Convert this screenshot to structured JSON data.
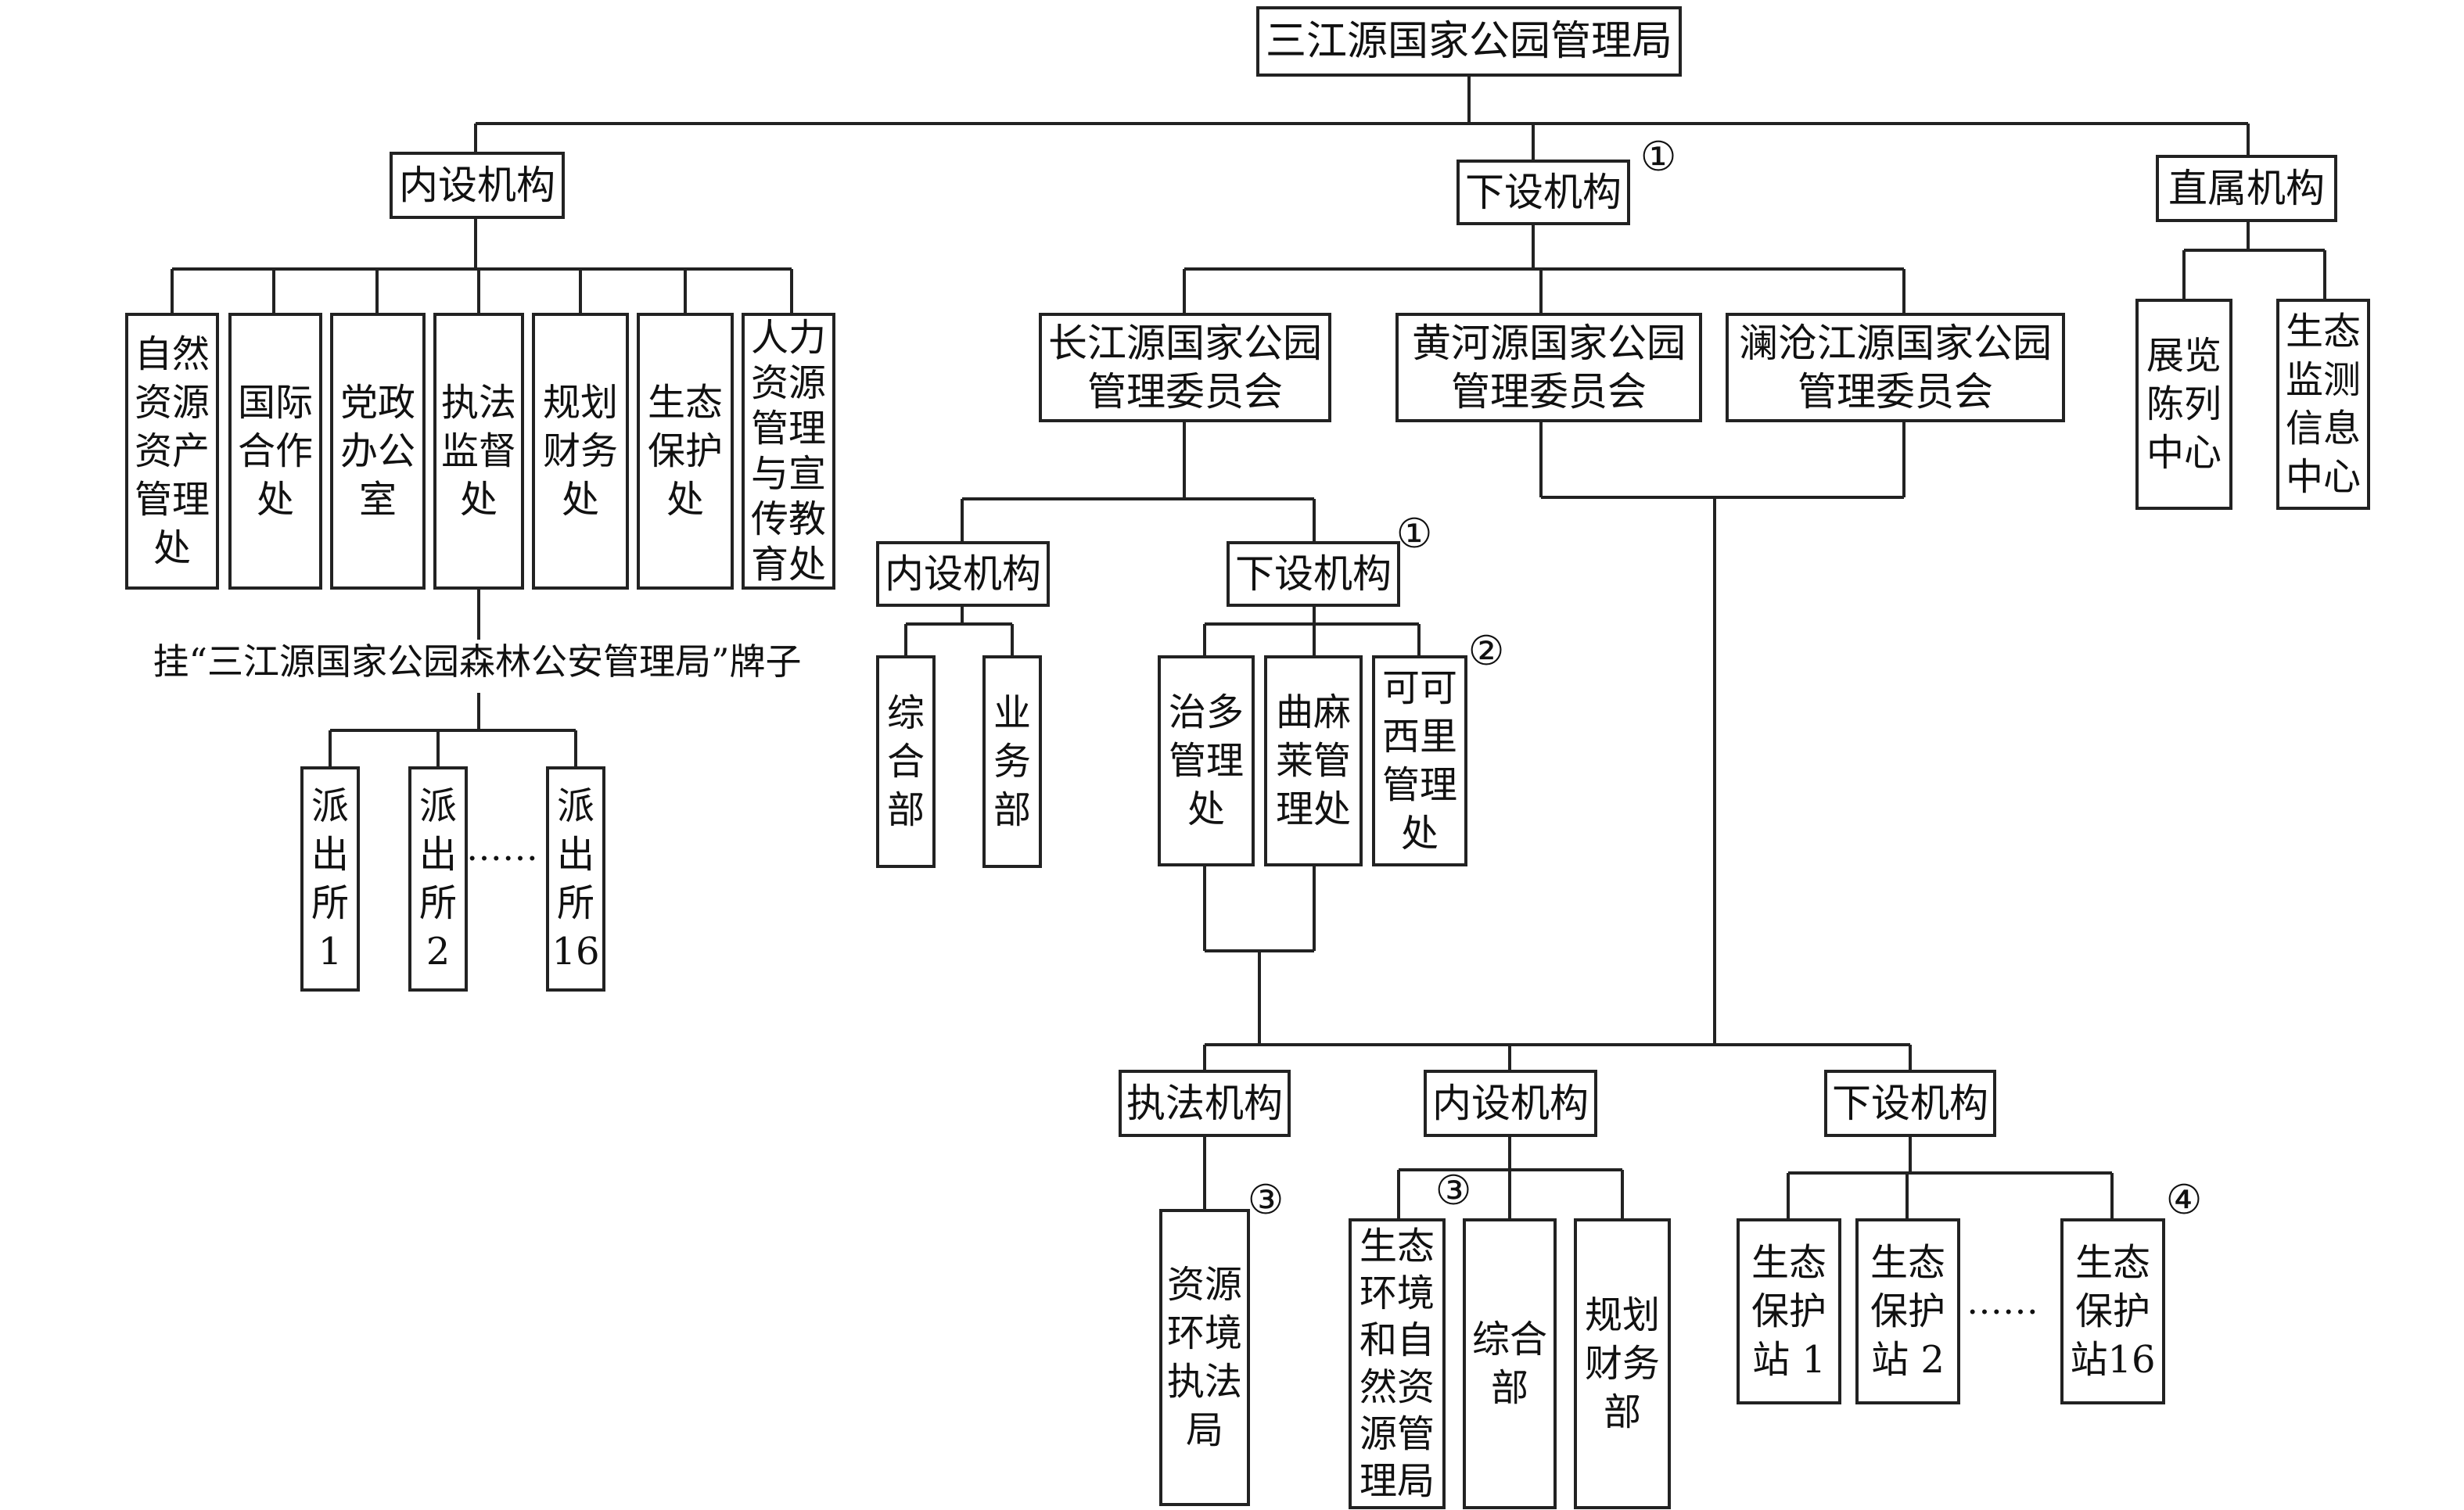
{
  "nodes": {
    "root": "三江源国家公园管理局",
    "l_nei": "内设机构",
    "l_xia": "下设机构",
    "l_zhi": "直属机构",
    "n_d1": [
      "自然",
      "资源",
      "资产",
      "管理",
      "处"
    ],
    "n_d2": [
      "国际",
      "合作",
      "处"
    ],
    "n_d3": [
      "党政",
      "办公",
      "室"
    ],
    "n_d4": [
      "执法",
      "监督",
      "处"
    ],
    "n_d5": [
      "规划",
      "财务",
      "处"
    ],
    "n_d6": [
      "生态",
      "保护",
      "处"
    ],
    "n_d7": [
      "人力",
      "资源",
      "管理",
      "与宣",
      "传教",
      "育处"
    ],
    "note_police": "挂“三江源国家公园森林公安管理局”牌子",
    "p1": [
      "派",
      "出",
      "所",
      "1"
    ],
    "p2": [
      "派",
      "出",
      "所",
      "2"
    ],
    "p3": [
      "派",
      "出",
      "所",
      "16"
    ],
    "c_cj": [
      "长江源国家公园",
      "管理委员会"
    ],
    "c_hh": [
      "黄河源国家公园",
      "管理委员会"
    ],
    "c_lc": [
      "澜沧江源国家公园",
      "管理委员会"
    ],
    "z1": [
      "展览",
      "陈列",
      "中心"
    ],
    "z2": [
      "生态",
      "监测",
      "信息",
      "中心"
    ],
    "cj_nei": "内设机构",
    "cj_xia": "下设机构",
    "cj_b1": [
      "综",
      "合",
      "部"
    ],
    "cj_b2": [
      "业",
      "务",
      "部"
    ],
    "m1": [
      "治多",
      "管理",
      "处"
    ],
    "m2": [
      "曲麻",
      "莱管",
      "理处"
    ],
    "m3": [
      "可可",
      "西里",
      "管理",
      "处"
    ],
    "b_zf": "执法机构",
    "b_nei": "内设机构",
    "b_xia": "下设机构",
    "zf1": [
      "资源",
      "环境",
      "执法",
      "局"
    ],
    "bn1": [
      "生态",
      "环境",
      "和自",
      "然资",
      "源管",
      "理局"
    ],
    "bn2": [
      "综合",
      "部"
    ],
    "bn3": [
      "规划",
      "财务",
      "部"
    ],
    "s1": [
      "生态",
      "保护",
      "站 1"
    ],
    "s2": [
      "生态",
      "保护",
      "站 2"
    ],
    "s3": [
      "生态",
      "保护",
      "站16"
    ]
  },
  "ellipsis": "……",
  "marks": {
    "top_xia": "①",
    "cj_xia": "①",
    "kkx": "②",
    "zf": "③",
    "bn": "③",
    "stations": "④"
  }
}
